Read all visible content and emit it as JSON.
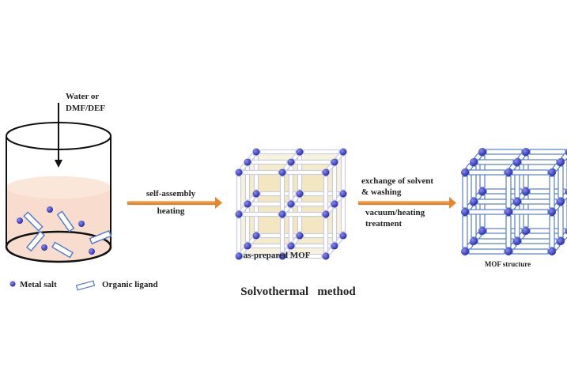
{
  "beaker": {
    "input_label_line1": "Water or",
    "input_label_line2": "DMF/DEF"
  },
  "step1": {
    "label_top": "self-assembly",
    "label_bottom": "heating"
  },
  "as_prepared": {
    "caption": "as-prepared MOF"
  },
  "step2": {
    "label_top_line1": "exchange of solvent",
    "label_top_line2": "& washing",
    "label_bottom_line1": "vacuum/heating",
    "label_bottom_line2": "treatment"
  },
  "final": {
    "caption": "MOF structure"
  },
  "legend": {
    "metal_salt": "Metal salt",
    "organic_ligand": "Organic ligand"
  },
  "title": "Solvothermal   method",
  "colors": {
    "metal_node": "#3a3fc4",
    "ligand_stroke": "#5a7fc9",
    "solution": "#f8dccd",
    "arrow": "#f09a4a",
    "cube_face": "#efe2b4"
  }
}
